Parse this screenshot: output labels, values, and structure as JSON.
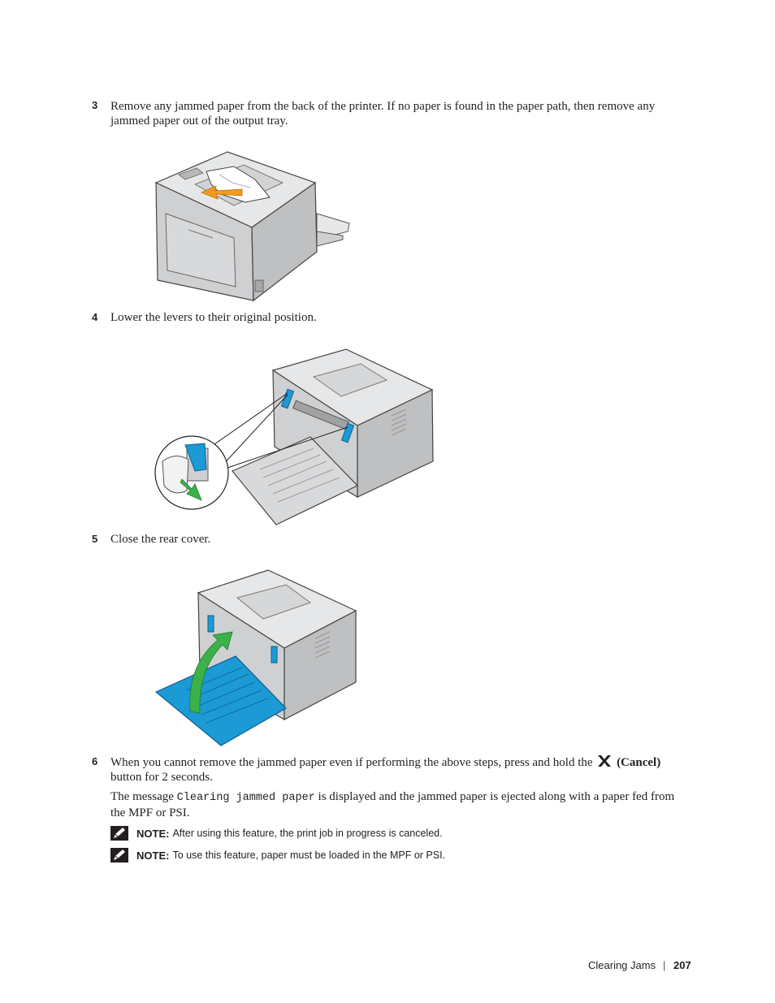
{
  "steps": [
    {
      "number": "3",
      "text": "Remove any jammed paper from the back of the printer. If no paper is found in the paper path, then remove any jammed paper out of the output tray."
    },
    {
      "number": "4",
      "text": "Lower the levers to their original position."
    },
    {
      "number": "5",
      "text": "Close the rear cover."
    },
    {
      "number": "6",
      "text_before": "When you cannot remove the jammed paper even if performing the above steps, press and hold the",
      "button_label": "(Cancel)",
      "text_after": "button for 2 seconds."
    }
  ],
  "message": {
    "prefix": "The message",
    "code": "Clearing jammed paper",
    "suffix": "is displayed and the jammed paper is ejected along with a paper fed from the MPF or PSI."
  },
  "notes": [
    {
      "label": "NOTE:",
      "text": "After using this feature, the print job in progress is canceled."
    },
    {
      "label": "NOTE:",
      "text": "To use this feature, paper must be loaded in the MPF or PSI."
    }
  ],
  "footer": {
    "section": "Clearing Jams",
    "separator": "|",
    "page": "207"
  },
  "colors": {
    "accent_blue": "#1b9ad6",
    "arrow_orange": "#f39a1e",
    "arrow_green": "#3cb149",
    "printer_gray": "#d9dadc"
  },
  "icons": [
    "cancel-x-icon",
    "note-pencil-icon"
  ]
}
